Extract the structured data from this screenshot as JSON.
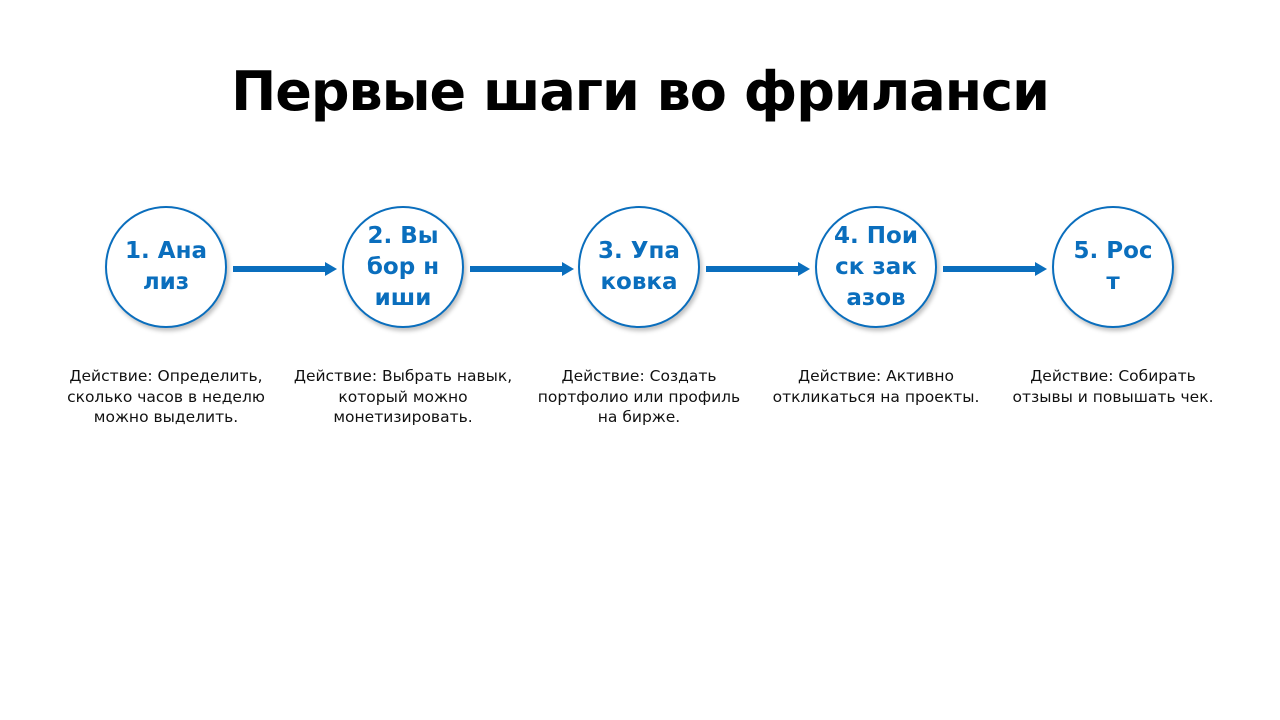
{
  "title": "Первые шаги во фриланси",
  "accent_color": "#0a6ebd",
  "steps": [
    {
      "label": "1. Анализ",
      "description": "Действие: Определить, сколько часов в неделю можно выделить."
    },
    {
      "label": "2. Выбор ниши",
      "description": "Действие: Выбрать навык, который можно монетизировать."
    },
    {
      "label": "3. Упаковка",
      "description": "Действие: Создать портфолио или профиль на бирже."
    },
    {
      "label": "4. Поиск заказов",
      "description": "Действие: Активно откликаться на проекты."
    },
    {
      "label": "5. Рост",
      "description": "Действие: Собирать отзывы и повышать чек."
    }
  ]
}
